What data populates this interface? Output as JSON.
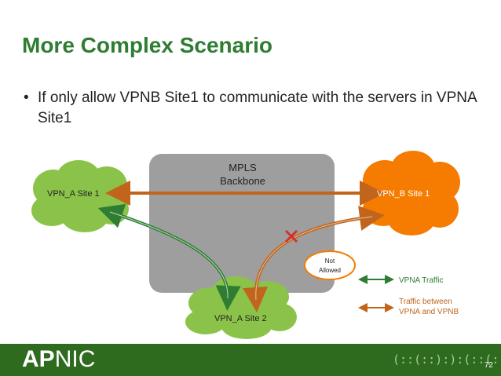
{
  "slide": {
    "title": "More Complex Scenario",
    "bullet_marker": "•",
    "bullet": "If only allow VPNB Site1 to communicate with the servers in VPNA Site1"
  },
  "diagram": {
    "backbone_line1": "MPLS",
    "backbone_line2": "Backbone",
    "vpn_a_site1": "VPN_A Site 1",
    "vpn_b_site1": "VPN_B Site 1",
    "vpn_a_site2": "VPN_A Site 2",
    "not_allowed_line1": "Not",
    "not_allowed_line2": "Allowed",
    "legend_vpna": "VPNA Traffic",
    "legend_between_line1": "Traffic between",
    "legend_between_line2": "VPNA and VPNB"
  },
  "colors": {
    "title_green": "#2e7d32",
    "cloud_green": "#8bc34a",
    "cloud_orange": "#f57c00",
    "backbone_gray": "#9e9e9e",
    "arrow_green": "#2e7d32",
    "arrow_orange": "#c0651b",
    "cross_red": "#d32f2f",
    "footer_green": "#2e6b1f"
  },
  "footer": {
    "logo_bold": "AP",
    "logo_light": "NIC",
    "decor": "(::(::):):(::(::(:",
    "page_number": "72"
  }
}
